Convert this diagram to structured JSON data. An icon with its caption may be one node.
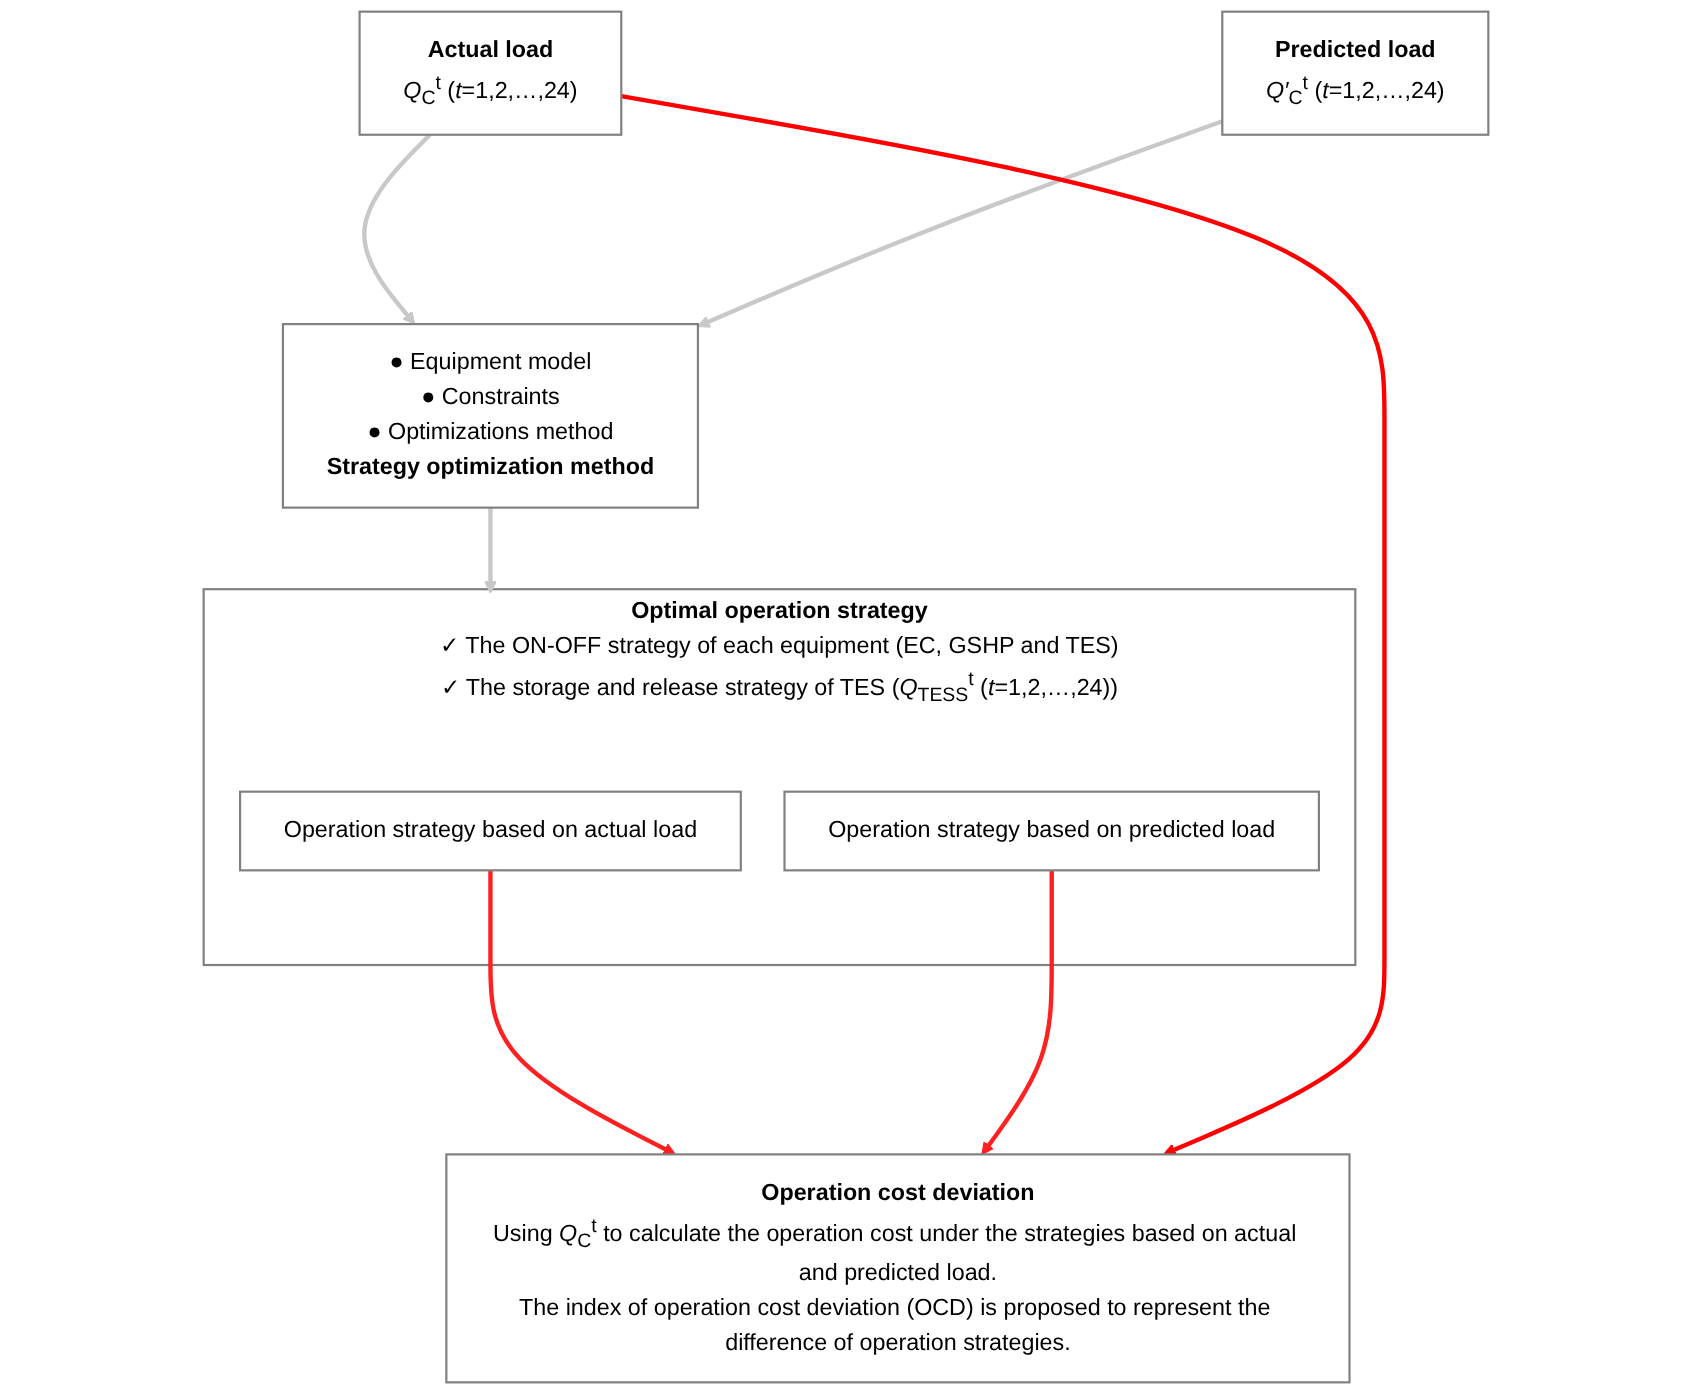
{
  "diagram": {
    "nodes": [
      {
        "text": [
          "Actual load",
          "*Q*$_{C}$$^{t}$ (*t*=1,2,…,24)"
        ]
      },
      {
        "text": [
          "Predicted load",
          "*Q′*$_{C}$$^{t}$ (*t*=1,2,…,24)"
        ]
      },
      {
        "text": [
          "● Equipment model",
          "● Constraints",
          "● Optimizations method",
          "Strategy optimization method"
        ]
      },
      {
        "text": [
          "Optimal operation strategy",
          "✓ The ON-OFF strategy of each equipment (EC, GSHP and TES)",
          "✓ The storage and release strategy of TES (*Q*$_{TESS}$$^{t}$ (*t*=1,2,…,24))"
        ]
      },
      {
        "text": [
          "Operation strategy based on actual load"
        ],
        "in": 3
      },
      {
        "text": [
          "Operation strategy based on predicted load"
        ],
        "in": 3
      },
      {
        "text": [
          "Operation cost deviation",
          "Using *Q*$_{C}$$^{t}$ to calculate the operation cost under the strategies based on actual and predicted load.",
          "The index of operation cost deviation (OCD) is proposed to represent the difference of operation strategies."
        ]
      }
    ],
    "edges": [
      {
        "from": 0,
        "to": 2,
        "arrow": "to",
        "color": "#c8c8c8"
      },
      {
        "from": 1,
        "to": 2,
        "arrow": "to",
        "color": "#c8c8c8"
      },
      {
        "from": 2,
        "to": 3,
        "arrow": "to",
        "color": "#c8c8c8"
      },
      {
        "from": 4,
        "to": 6,
        "arrow": "to",
        "color": "#ff2020"
      },
      {
        "from": 5,
        "to": 6,
        "arrow": "to",
        "color": "#ff2020"
      },
      {
        "from": 0,
        "to": 6,
        "arrow": "to",
        "color": "#ff0000"
      }
    ]
  }
}
